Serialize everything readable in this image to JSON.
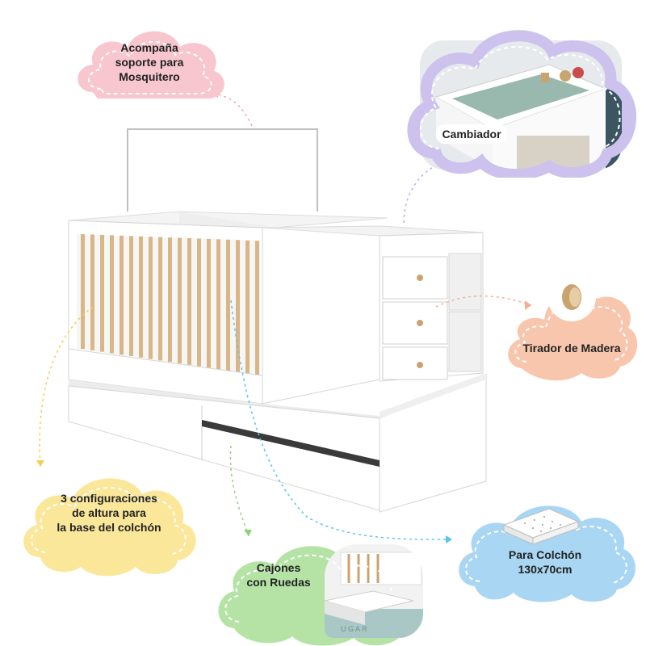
{
  "callouts": {
    "mosquitero": {
      "line1": "Acompaña",
      "line2": "soporte para",
      "line3": "Mosquitero",
      "color": "#f7c6cf"
    },
    "cambiador": {
      "label": "Cambiador",
      "color": "#cdc2ee"
    },
    "tirador": {
      "label": "Tirador de Madera",
      "color": "#f8c6ad"
    },
    "configuraciones": {
      "line1": "3 configuraciones",
      "line2": "de altura para",
      "line3": "la base del colchón",
      "color": "#fbe79a"
    },
    "cajones": {
      "line1": "Cajones",
      "line2": "con Ruedas",
      "color": "#b5e3a6"
    },
    "colchon": {
      "line1": "Para Colchón",
      "line2": "130x70cm",
      "color": "#a9d6f3"
    }
  },
  "colors": {
    "wood": "#d9b685",
    "furniture": "#ffffff",
    "shadow": "#e3e3e3",
    "dashed_line": "#7fcff0"
  }
}
